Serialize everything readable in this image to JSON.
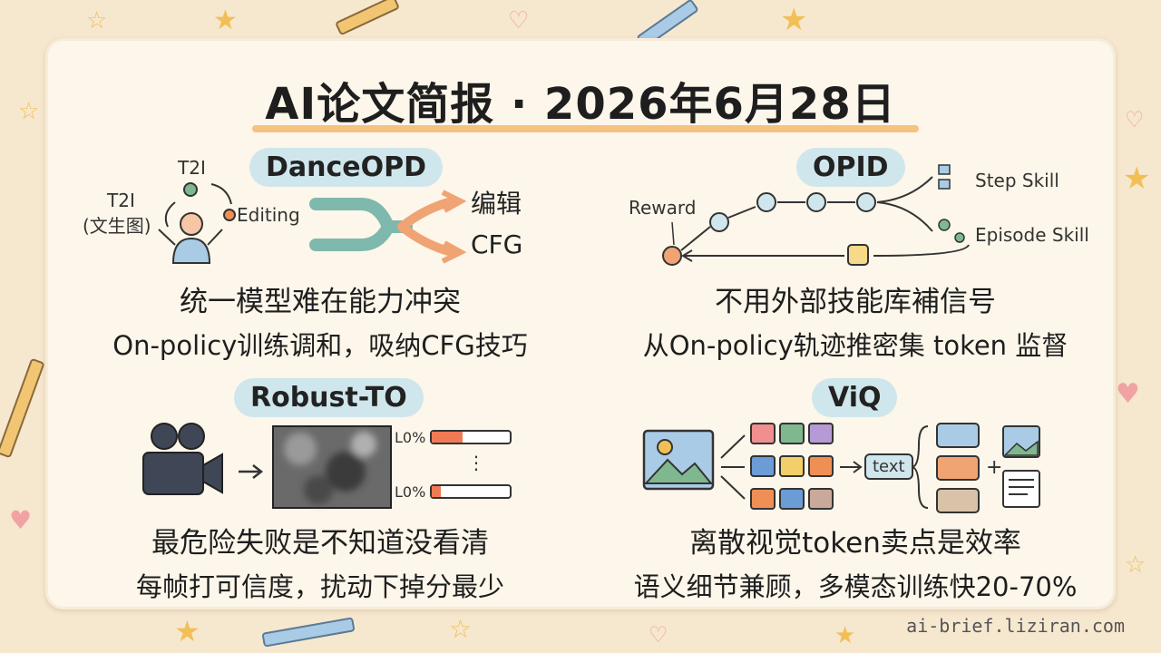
{
  "title": "AI论文简报 · 2026年6月28日",
  "footer": "ai-brief.liziran.com",
  "sections": {
    "danceopd": {
      "name": "DanceOPD",
      "labels": {
        "t2i_top": "T2I",
        "t2i_left": "T2I",
        "t2i_left_sub": "(文生图)",
        "editing": "Editing",
        "out_edit": "编辑",
        "out_cfg": "CFG"
      },
      "line1": "统一模型难在能力冲突",
      "line2": "On-policy训练调和，吸纳CFG技巧"
    },
    "opid": {
      "name": "OPID",
      "labels": {
        "reward": "Reward",
        "step_skill": "Step Skill",
        "episode_skill": "Episode Skill"
      },
      "line1": "不用外部技能库補信号",
      "line2": "从On-policy轨迹推密集 token 监督"
    },
    "robust_to": {
      "name": "Robust-TO",
      "labels": {
        "conf_a": "L0%",
        "conf_b": "L0%",
        "ellipsis": "⋮"
      },
      "line1": "最危险失败是不知道没看清",
      "line2": "每帧打可信度，扰动下掉分最少"
    },
    "viq": {
      "name": "ViQ",
      "labels": {
        "text_box": "text",
        "plus": "+"
      },
      "line1": "离散视觉token卖点是效率",
      "line2": "语义细节兼顾，多模态训练快20-70%"
    }
  },
  "colors": {
    "pill": "#cfe6ec",
    "accent_orange": "#f08f55",
    "accent_green": "#7fb88f",
    "background": "#f6e7cf",
    "card": "#fdf6ea"
  },
  "icons": [
    "star-icon",
    "heart-icon",
    "pencil-icon",
    "camera-icon",
    "image-icon",
    "person-icon"
  ]
}
